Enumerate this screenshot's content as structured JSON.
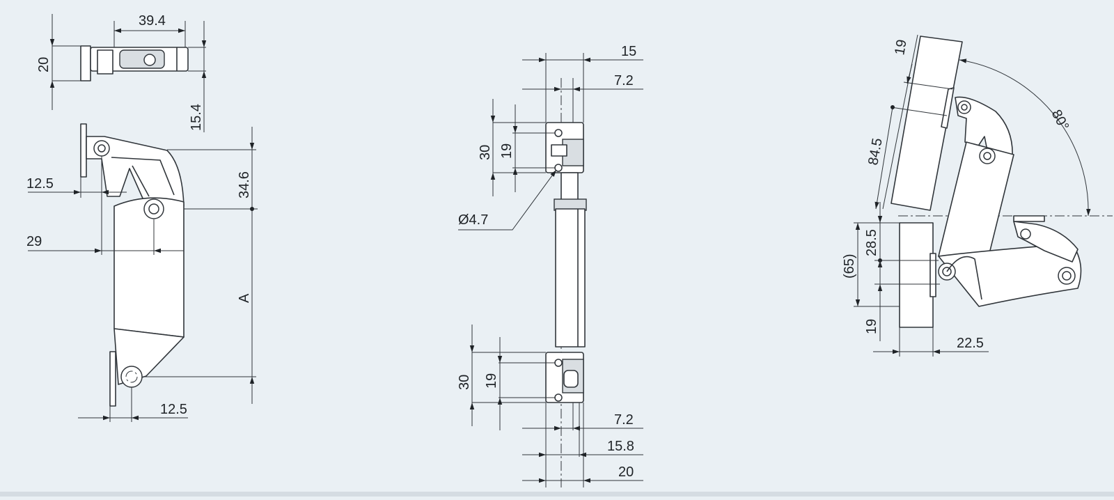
{
  "colors": {
    "background": "#eaf0f4",
    "line": "#30353a",
    "text": "#1f2327",
    "part_fill": "#ffffff",
    "shade_fill": "#d9dee2"
  },
  "views": {
    "top": {
      "width_label": "39.4",
      "height_label": "20",
      "offset_label": "15.4"
    },
    "side": {
      "top_offset_label": "12.5",
      "base_offset_label": "29",
      "upper_height_label": "34.6",
      "length_label": "A",
      "bottom_offset_label": "12.5"
    },
    "front": {
      "top_width_label": "15",
      "top_center_label": "7.2",
      "upper_spacing_outer_label": "30",
      "upper_spacing_inner_label": "19",
      "hole_label": "Ø4.7",
      "lower_spacing_outer_label": "30",
      "lower_spacing_inner_label": "19",
      "bottom_center_label": "7.2",
      "bottom_width_mid_label": "15.8",
      "bottom_width_label": "20"
    },
    "open": {
      "top_offset_label": "19",
      "arm_length_label": "84.5",
      "angle_label": "80°",
      "mount_height_label": "28.5",
      "overall_label": "(65)",
      "lower_offset_label": "19",
      "projection_label": "22.5"
    }
  }
}
